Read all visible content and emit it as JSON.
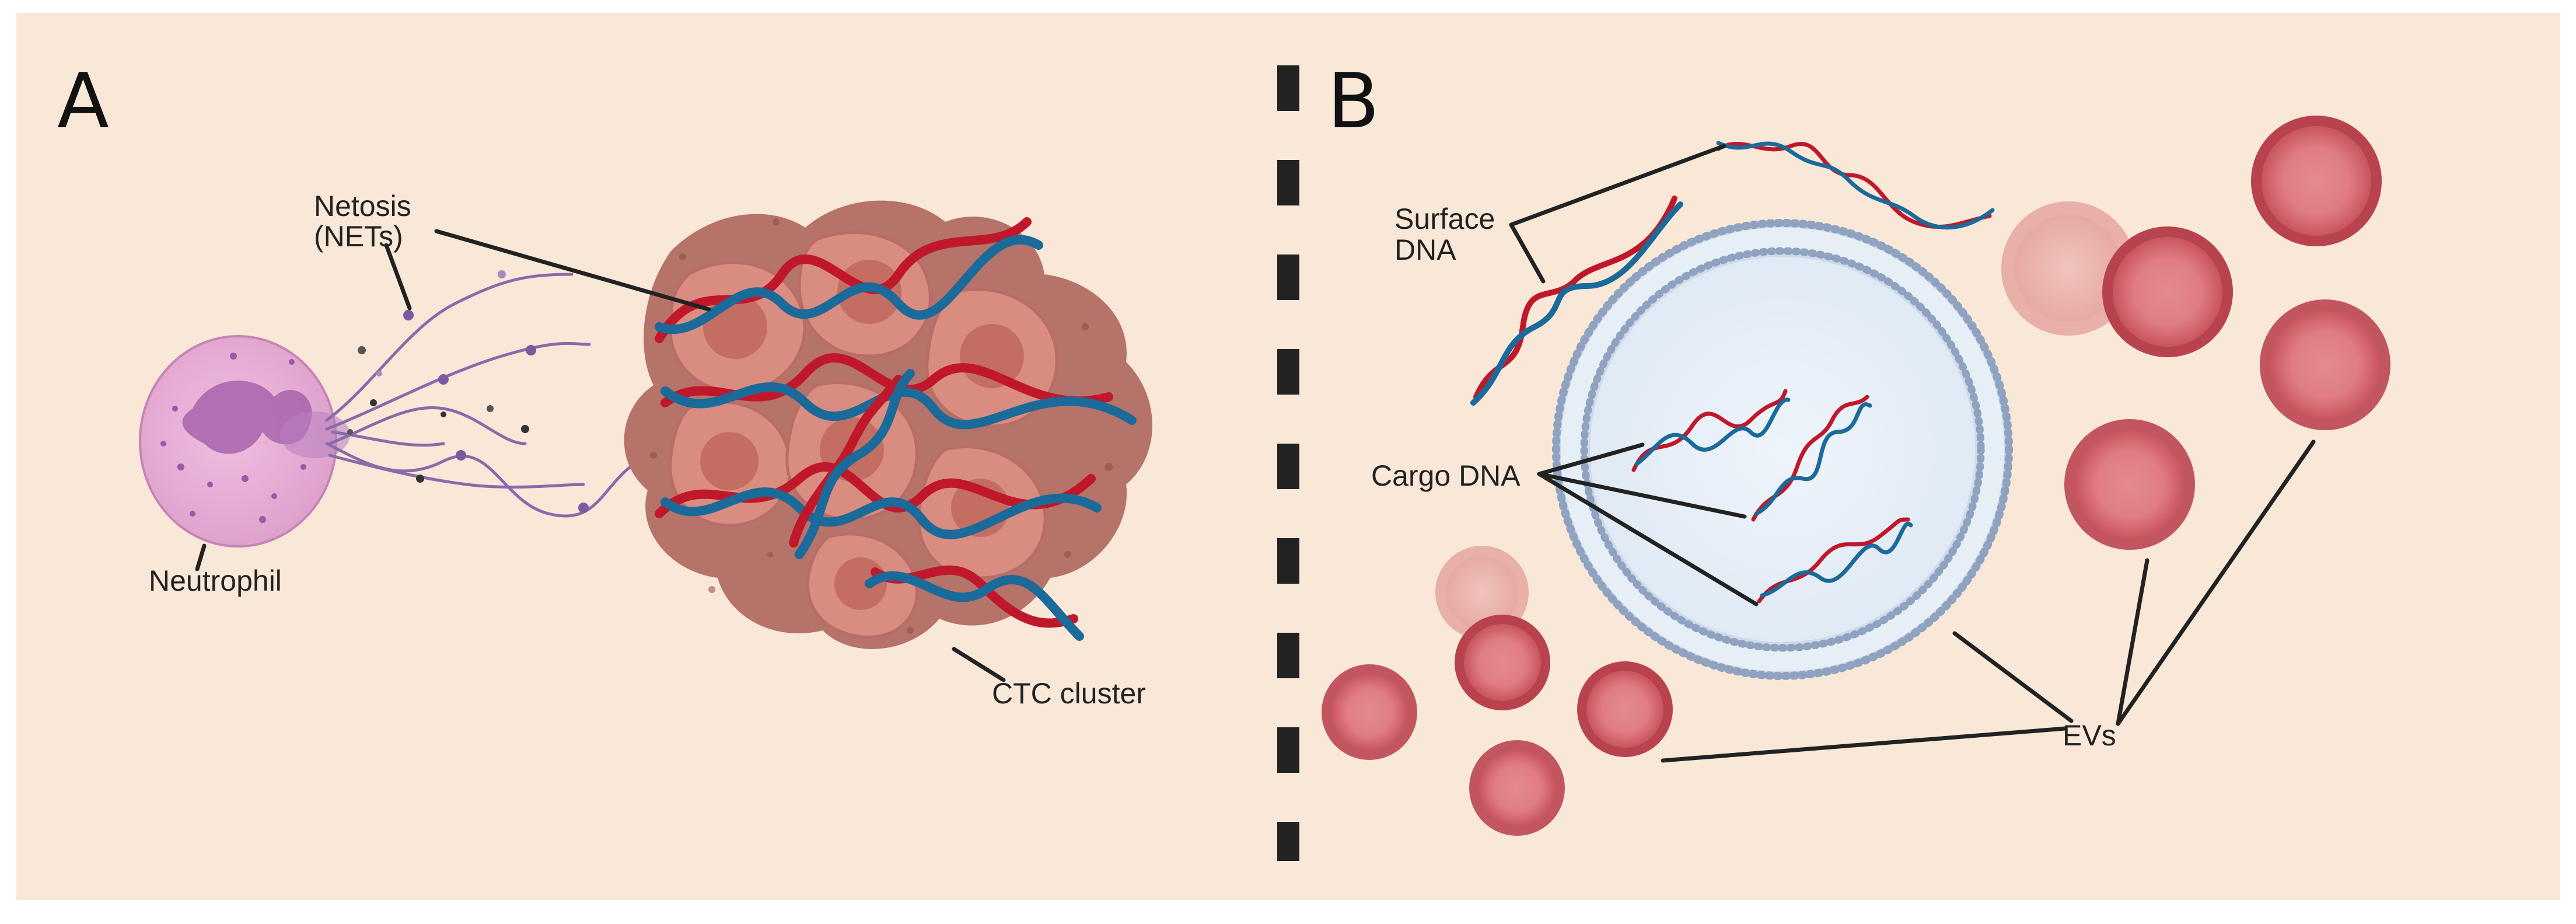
{
  "panels": {
    "a": {
      "letter": "A",
      "labels": {
        "netosis_line1": "Netosis",
        "netosis_line2": "(NETs)",
        "neutrophil": "Neutrophil",
        "ctc_cluster": "CTC cluster"
      }
    },
    "b": {
      "letter": "B",
      "labels": {
        "surface_dna_line1": "Surface",
        "surface_dna_line2": "DNA",
        "cargo_dna": "Cargo DNA",
        "evs": "EVs"
      }
    }
  },
  "colors": {
    "background": "#f9e8d8",
    "dna_red": "#c0182a",
    "dna_blue": "#1a6a9a",
    "neutrophil": "#e6a8d2",
    "tumor_cell": "#d98c80",
    "ev_red": "#d96a72",
    "membrane": "#8fa3c0"
  }
}
